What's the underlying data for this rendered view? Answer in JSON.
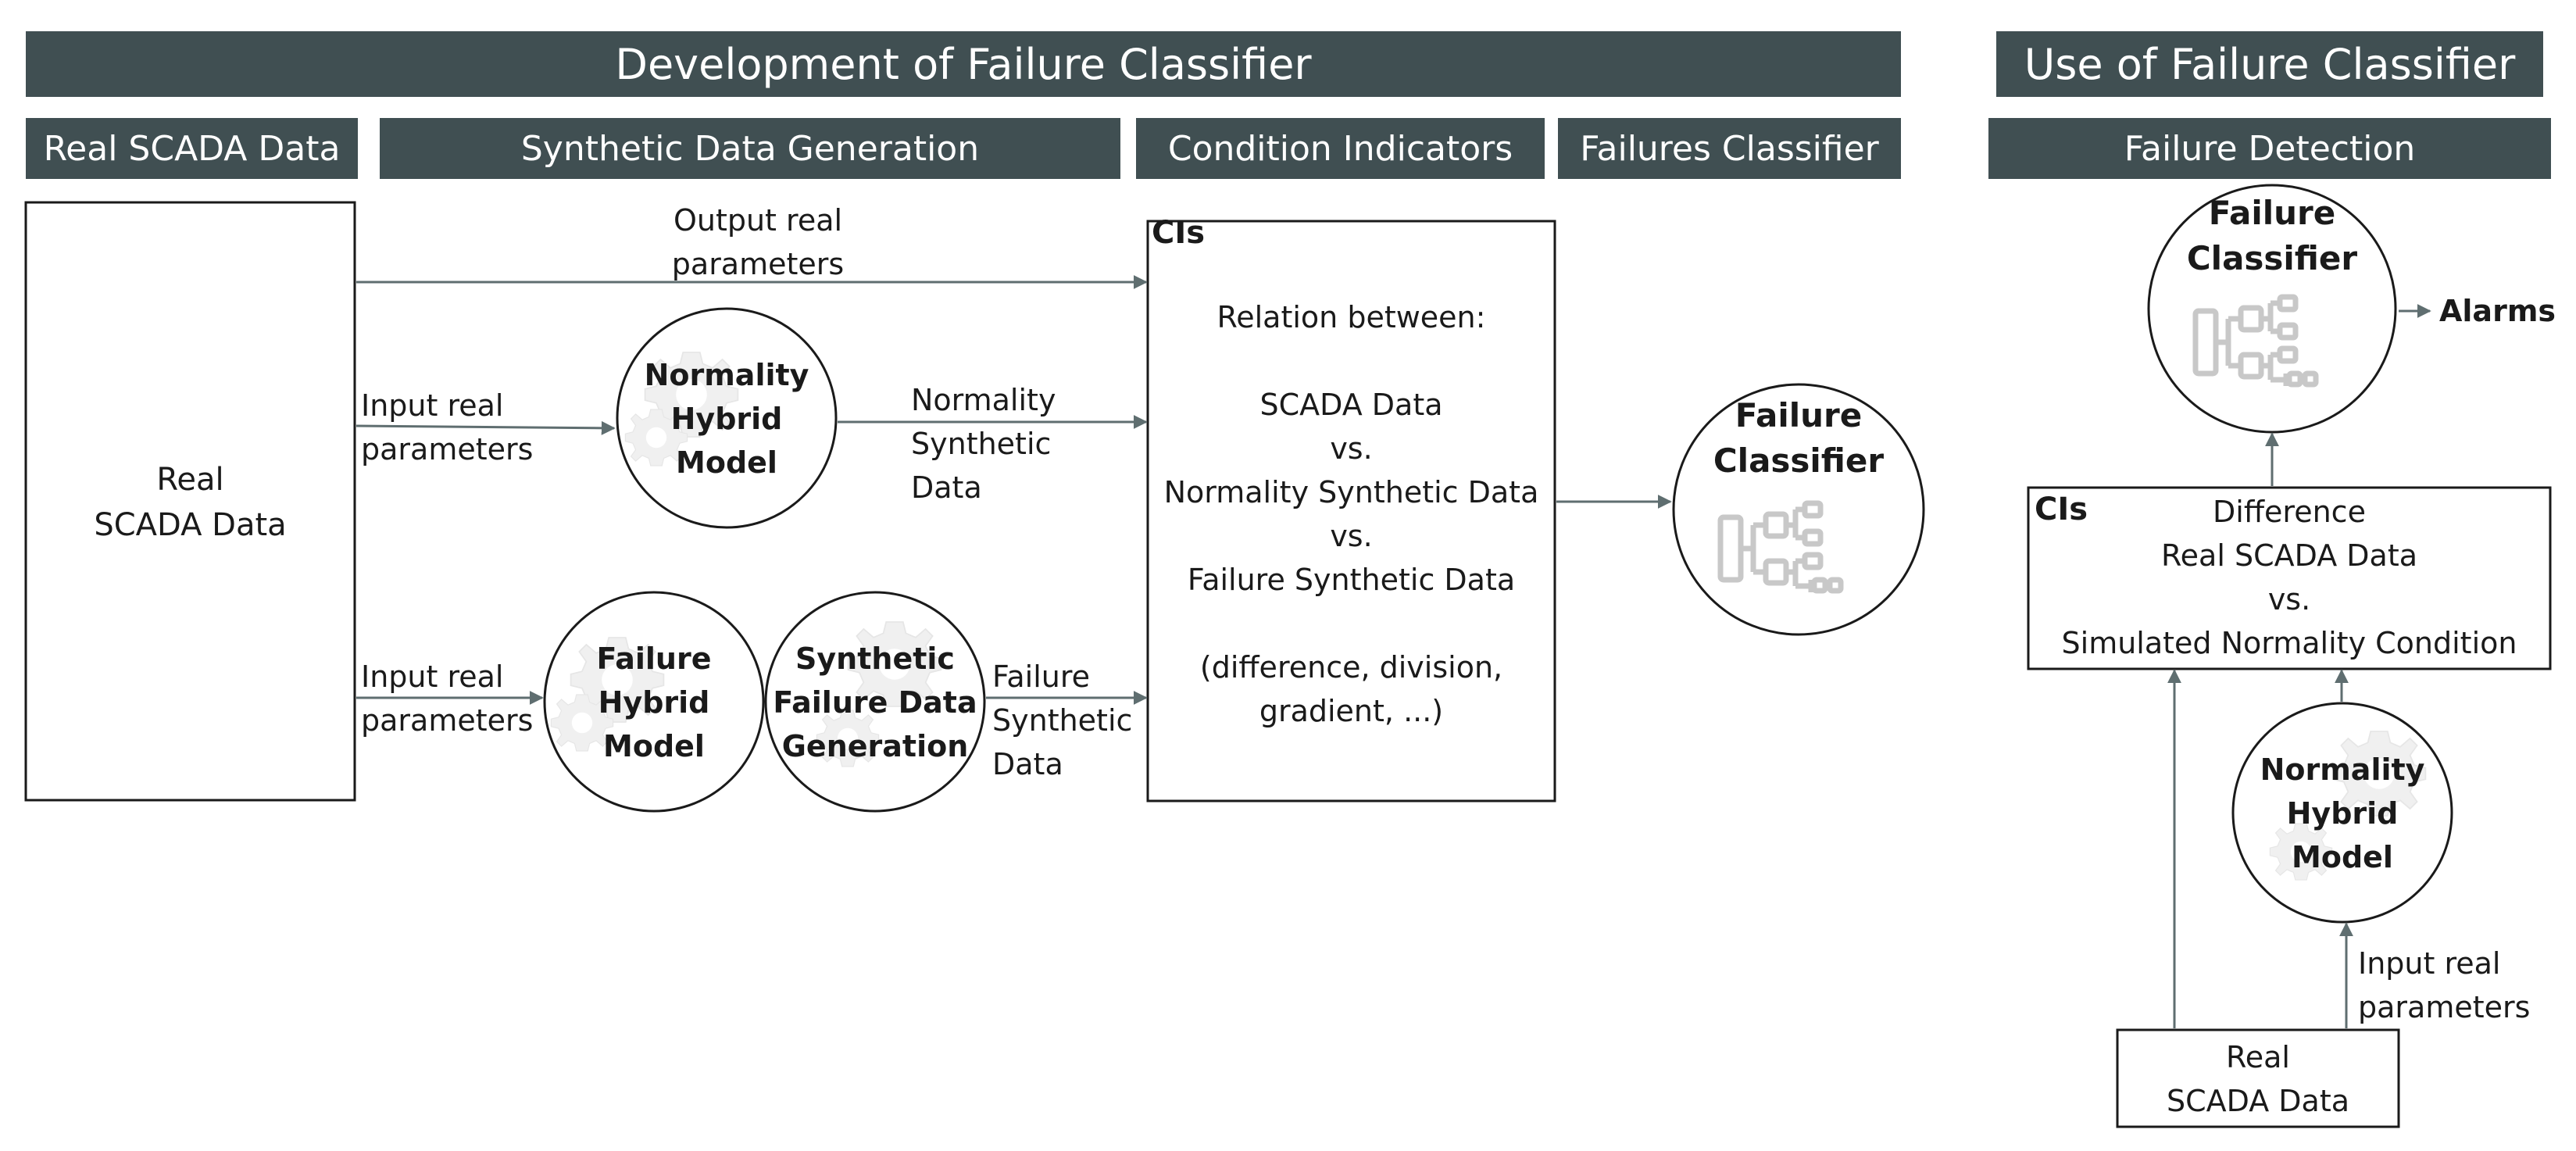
{
  "headers": {
    "development": "Development of Failure Classifier",
    "use": "Use of Failure Classifier",
    "real_scada": "Real SCADA Data",
    "synthetic_gen": "Synthetic Data Generation",
    "condition_indicators": "Condition Indicators",
    "failures_classifier": "Failures Classifier",
    "failure_detection": "Failure Detection"
  },
  "left": {
    "real_scada_box": [
      "Real",
      "SCADA Data"
    ],
    "output_real": [
      "Output real",
      "parameters"
    ],
    "input_real_1": [
      "Input real",
      "parameters"
    ],
    "input_real_2": [
      "Input real",
      "parameters"
    ],
    "normality_model": [
      "Normality",
      "Hybrid",
      "Model"
    ],
    "normality_synthetic": [
      "Normality",
      "Synthetic",
      "Data"
    ],
    "failure_model": [
      "Failure",
      "Hybrid",
      "Model"
    ],
    "synthetic_failure_gen": [
      "Synthetic",
      "Failure Data",
      "Generation"
    ],
    "failure_synthetic": [
      "Failure",
      "Synthetic",
      "Data"
    ],
    "cis_tag": "CIs",
    "cis_text": [
      "Relation between:",
      "",
      "SCADA Data",
      "vs.",
      "Normality Synthetic Data",
      "vs.",
      "Failure Synthetic Data",
      "",
      "(difference, division,",
      "gradient, ...)"
    ],
    "classifier": [
      "Failure",
      "Classifier"
    ]
  },
  "right": {
    "classifier": [
      "Failure",
      "Classifier"
    ],
    "alarms": "Alarms",
    "cis_tag": "CIs",
    "cis_text": [
      "Difference",
      "Real SCADA Data",
      "vs.",
      "Simulated Normality Condition"
    ],
    "normality_model": [
      "Normality",
      "Hybrid",
      "Model"
    ],
    "input_real": [
      "Input real",
      "parameters"
    ],
    "real_scada_box": [
      "Real",
      "SCADA Data"
    ]
  },
  "colors": {
    "header_bg": "#404f52",
    "arrow": "#5f6e70",
    "icon": "#c8c8c8"
  },
  "icons": [
    "gear-icon",
    "decision-tree-icon"
  ]
}
